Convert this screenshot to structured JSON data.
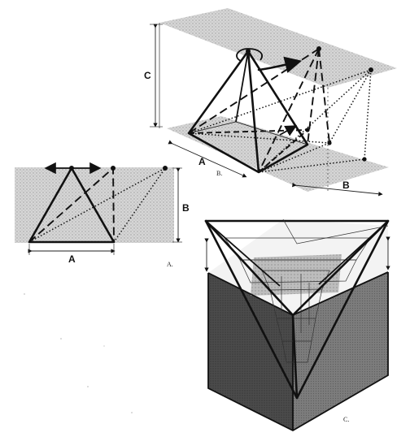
{
  "figure_a": {
    "label_a": "A",
    "label_b": "B",
    "caption": "A."
  },
  "figure_b": {
    "label_a": "A",
    "label_b": "B",
    "label_c": "C",
    "caption": "B."
  },
  "figure_c": {
    "caption": "C."
  },
  "colors": {
    "plane_fill": "#d4d4d4",
    "cube_dark": "#4a4a4a",
    "cube_mid": "#7a7a7a",
    "ink": "#111111"
  }
}
